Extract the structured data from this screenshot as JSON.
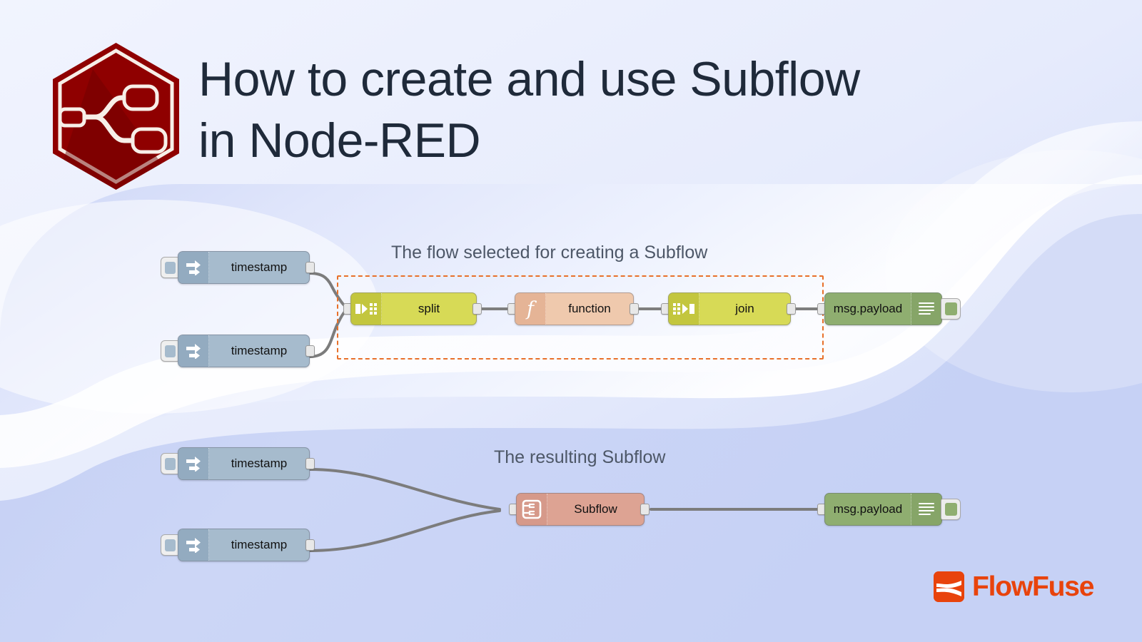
{
  "header": {
    "title": "How to create and use Subflow\nin Node-RED",
    "logo_icon": "node-red-hexagon-logo"
  },
  "colors": {
    "title_text": "#1f2a3a",
    "caption_text": "#4d5767",
    "node_red_brand": "#8f0000",
    "flowfuse_brand": "#e8430c",
    "selection_outline": "#e8702a",
    "inject_node": "#a6bbcd",
    "split_join_node": "#d7da56",
    "function_node": "#efc9ad",
    "debug_node": "#8fae70",
    "subflow_node": "#dda393",
    "wire": "#7c7c7c",
    "background_band": "#c2cdf3"
  },
  "flows": [
    {
      "id": "flow-before",
      "caption": "The flow selected for creating a Subflow",
      "selection_label": "selected-nodes-outline",
      "nodes": [
        {
          "id": "inject-1",
          "type": "inject",
          "label": "timestamp",
          "icon": "inject-arrow-icon",
          "has_button": true,
          "has_output": true,
          "has_input": false
        },
        {
          "id": "inject-2",
          "type": "inject",
          "label": "timestamp",
          "icon": "inject-arrow-icon",
          "has_button": true,
          "has_output": true,
          "has_input": false
        },
        {
          "id": "split-1",
          "type": "split",
          "label": "split",
          "icon": "split-icon",
          "has_button": false,
          "has_output": true,
          "has_input": true
        },
        {
          "id": "function-1",
          "type": "function",
          "label": "function",
          "icon": "function-fx-icon",
          "has_button": false,
          "has_output": true,
          "has_input": true
        },
        {
          "id": "join-1",
          "type": "join",
          "label": "join",
          "icon": "join-icon",
          "has_button": false,
          "has_output": true,
          "has_input": true
        },
        {
          "id": "debug-1",
          "type": "debug",
          "label": "msg.payload",
          "icon": "debug-lines-icon",
          "has_button": false,
          "has_output": false,
          "has_input": true
        }
      ]
    },
    {
      "id": "flow-after",
      "caption": "The resulting Subflow",
      "nodes": [
        {
          "id": "inject-3",
          "type": "inject",
          "label": "timestamp",
          "icon": "inject-arrow-icon",
          "has_button": true,
          "has_output": true,
          "has_input": false
        },
        {
          "id": "inject-4",
          "type": "inject",
          "label": "timestamp",
          "icon": "inject-arrow-icon",
          "has_button": true,
          "has_output": true,
          "has_input": false
        },
        {
          "id": "subflow-1",
          "type": "subflow",
          "label": "Subflow",
          "icon": "subflow-icon",
          "has_button": false,
          "has_output": true,
          "has_input": true
        },
        {
          "id": "debug-2",
          "type": "debug",
          "label": "msg.payload",
          "icon": "debug-lines-icon",
          "has_button": false,
          "has_output": false,
          "has_input": true
        }
      ]
    }
  ],
  "footer": {
    "brand_name": "FlowFuse",
    "brand_icon": "flowfuse-mark-icon"
  }
}
